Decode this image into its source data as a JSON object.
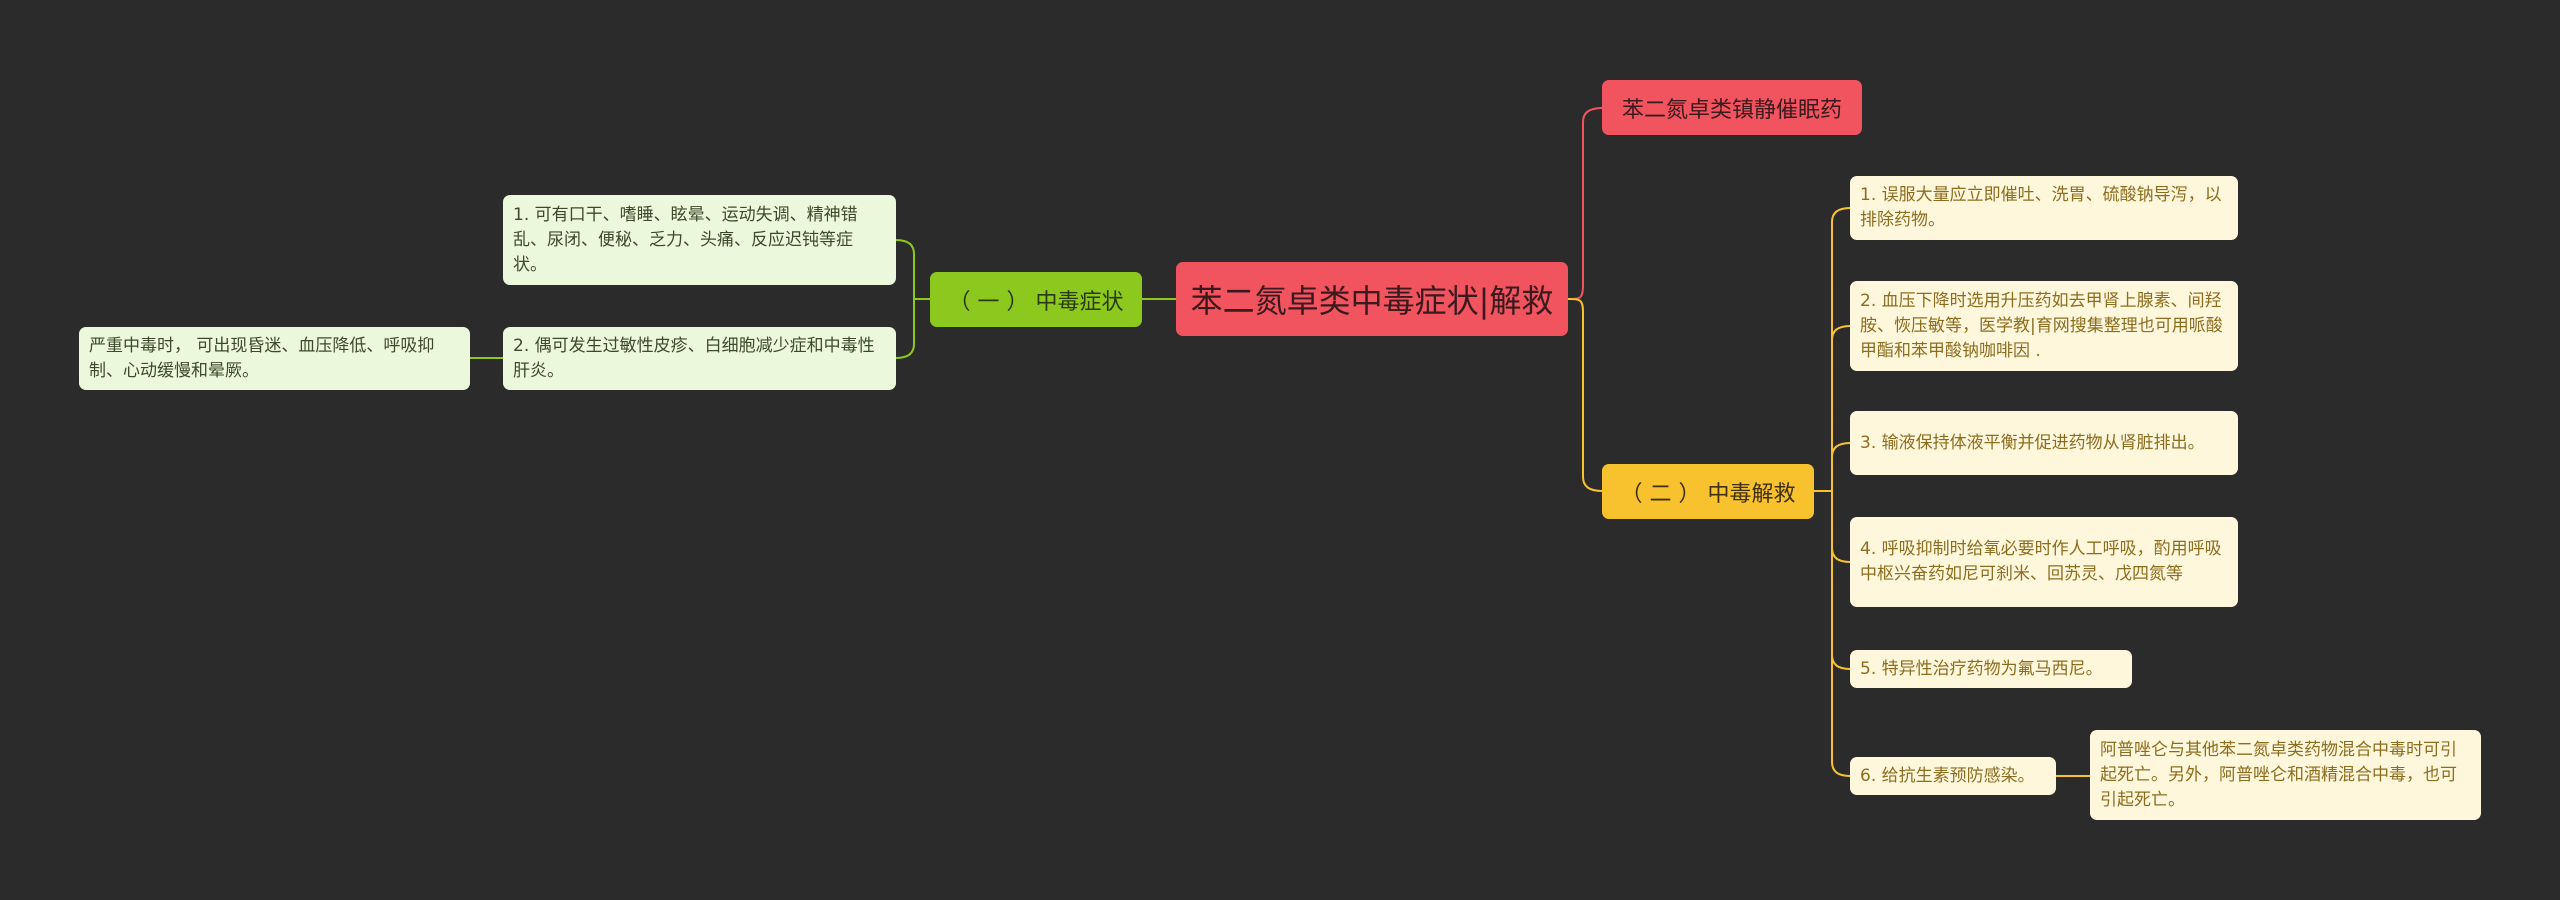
{
  "mindmap": {
    "root": {
      "label": "苯二氮卓类中毒症状|解救"
    },
    "branch_top": {
      "label": "苯二氮卓类镇静催眠药"
    },
    "branch_symptoms": {
      "label": "（ 一 ） 中毒症状",
      "items": [
        "1. 可有口干、嗜睡、眩晕、运动失调、精神错乱、尿闭、便秘、乏力、头痛、反应迟钝等症状。",
        "2. 偶可发生过敏性皮疹、白细胞减少症和中毒性肝炎。"
      ],
      "sub_item": "严重中毒时， 可出现昏迷、血压降低、呼吸抑制、心动缓慢和晕厥。"
    },
    "branch_rescue": {
      "label": "（ 二 ） 中毒解救",
      "items": [
        "1. 误服大量应立即催吐、洗胃、硫酸钠导泻，以排除药物。",
        "2. 血压下降时选用升压药如去甲肾上腺素、间羟胺、恢压敏等，医学教|育网搜集整理也可用哌酸甲酯和苯甲酸钠咖啡因 .",
        "3. 输液保持体液平衡并促进药物从肾脏排出。",
        "4. 呼吸抑制时给氧必要时作人工呼吸，酌用呼吸中枢兴奋药如尼可刹米、回苏灵、戊四氮等",
        "5. 特异性治疗药物为氟马西尼。",
        "6. 给抗生素预防感染。"
      ],
      "sub_item": "阿普唑仑与其他苯二氮卓类药物混合中毒时可引起死亡。另外，阿普唑仑和酒精混合中毒，也可引起死亡。"
    },
    "colors": {
      "background": "#2b2b2b",
      "root": "#f1535f",
      "red_branch": "#f1535f",
      "green_branch": "#8dc81f",
      "yellow_branch": "#f7c22e",
      "green_leaf": "#ecf8db",
      "yellow_leaf": "#fff7dc",
      "green_link": "#8dc81f",
      "yellow_link": "#f7c22e",
      "red_link": "#f1535f"
    }
  }
}
